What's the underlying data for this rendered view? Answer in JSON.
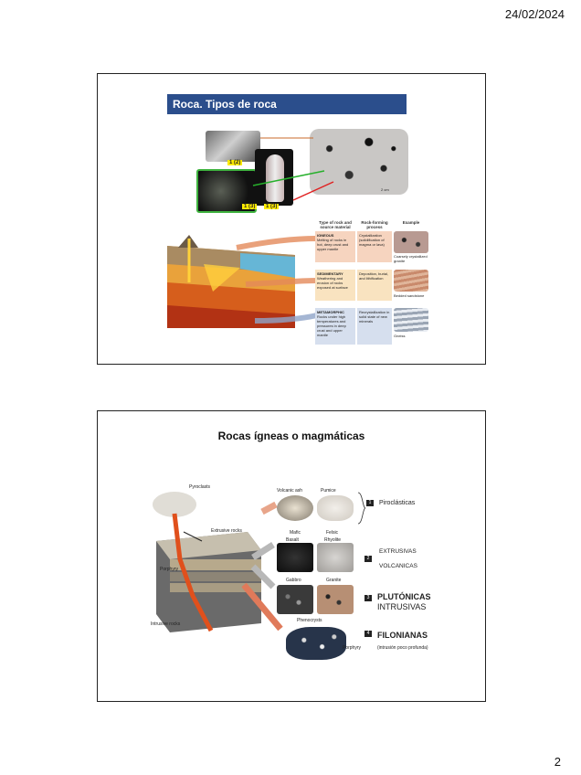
{
  "header": {
    "date": "24/02/2024"
  },
  "footer": {
    "page_number": "2"
  },
  "slide1": {
    "title": "Roca. Tipos de roca",
    "photo_tags": [
      "1 (2)",
      "1 (3)",
      "1 (3)"
    ],
    "photo_scale": "2 cm",
    "table_headers": [
      "Type of rock and source material",
      "Rock-forming process",
      "Example"
    ],
    "rows": [
      {
        "type_title": "IGNEOUS",
        "type_desc": "Melting of rocks in hot, deep crust and upper mantle",
        "process": "Crystallization (solidification of magma or lava)",
        "example": "Coarsely crystallized granite"
      },
      {
        "type_title": "SEDIMENTARY",
        "type_desc": "Weathering and erosion of rocks exposed at surface",
        "process": "Deposition, burial, and lithification",
        "example": "Bedded sandstone"
      },
      {
        "type_title": "METAMORPHIC",
        "type_desc": "Rocks under high temperatures and pressures in deep crust and upper mantle",
        "process": "Recrystallization in solid state of new minerals",
        "example": "Gneiss"
      }
    ]
  },
  "slide2": {
    "title": "Rocas ígneas o magmáticas",
    "diagram_labels": {
      "pyroclasts": "Pyroclasts",
      "extrusive": "Extrusive rocks",
      "porphyry_block": "Porphyry",
      "intrusive": "Intrusive rocks",
      "volcanic_ash": "Volcanic ash",
      "pumice": "Pumice",
      "mafic": "Mafic",
      "felsic": "Felsic",
      "basalt": "Basalt",
      "rhyolite": "Rhyolite",
      "gabbro": "Gabbro",
      "granite": "Granite",
      "phenocrysts": "Phenocrysts",
      "porphyry": "Porphyry"
    },
    "categories": [
      {
        "num": "1",
        "line1": "Piroclásticas",
        "line2": ""
      },
      {
        "num": "2",
        "line1": "EXTRUSIVAS",
        "line2": "VOLCANICAS"
      },
      {
        "num": "3",
        "line1": "PLUTÓNICAS",
        "line2": "INTRUSIVAS"
      },
      {
        "num": "4",
        "line1": "FILONIANAS",
        "line2": "(intrusión poco profunda)"
      }
    ],
    "colors": {
      "red_label": "#e21c1c",
      "title_bar": "#2b4e8c"
    }
  }
}
